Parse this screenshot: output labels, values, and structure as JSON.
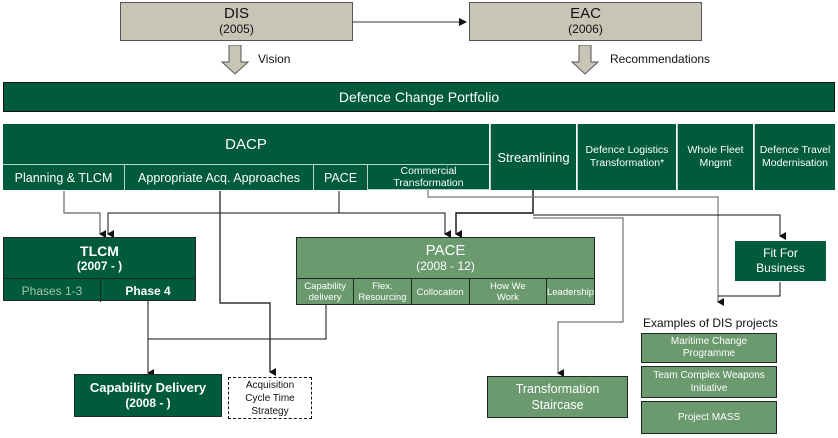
{
  "top": {
    "dis": {
      "title": "DIS",
      "year": "(2005)",
      "arrow_label": "Vision"
    },
    "eac": {
      "title": "EAC",
      "year": "(2006)",
      "arrow_label": "Recommendations"
    }
  },
  "portfolio": {
    "title": "Defence Change Portfolio"
  },
  "dacp": {
    "title": "DACP",
    "sub_items": [
      "Planning & TLCM",
      "Appropriate Acq. Approaches",
      "PACE",
      "Commercial Transformation"
    ]
  },
  "programmes": [
    {
      "label": "Streamlining"
    },
    {
      "label": "Defence Logistics Transformation*"
    },
    {
      "label": "Whole Fleet Mngmt"
    },
    {
      "label": "Defence Travel Modernisation"
    }
  ],
  "tlcm": {
    "title": "TLCM",
    "years": "(2007 - )",
    "phases": [
      "Phases 1-3",
      "Phase 4"
    ]
  },
  "pace": {
    "title": "PACE",
    "years": "(2008 - 12)",
    "items": [
      "Capability delivery",
      "Flex. Resourcing",
      "Collocation",
      "How We Work",
      "Leadership"
    ]
  },
  "fit_for_business": {
    "label": "Fit For Business"
  },
  "capability_delivery": {
    "title": "Capability Delivery",
    "years": "(2008 - )"
  },
  "acquisition_cycle": {
    "label": "Acquisition Cycle Time Strategy"
  },
  "transformation_staircase": {
    "label": "Transformation Staircase"
  },
  "dis_projects": {
    "heading": "Examples of DIS projects",
    "items": [
      "Maritime Change Programme",
      "Team Complex Weapons Initiative",
      "Project MASS"
    ]
  },
  "colors": {
    "dark_green": "#005a3c",
    "mid_green": "#6a9a6e",
    "tan": "#c8c4b6"
  }
}
